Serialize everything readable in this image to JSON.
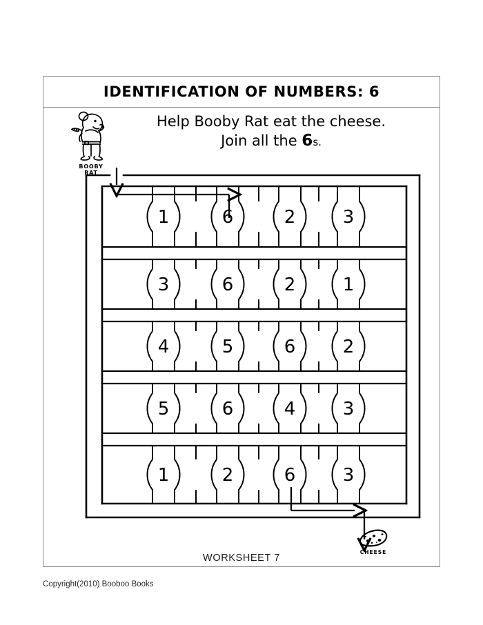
{
  "page": {
    "title": "IDENTIFICATION OF NUMBERS: 6",
    "worksheet_label": "WORKSHEET 7",
    "copyright": "Copyright(2010) Booboo Books"
  },
  "instruction": {
    "line1": "Help Booby Rat eat the cheese.",
    "line2_prefix": "Join all the ",
    "line2_target": "6",
    "line2_suffix": "s."
  },
  "mascot": {
    "icon": "rat-icon",
    "label": "BOOBY\nRAT"
  },
  "goal": {
    "icon": "cheese-icon",
    "label": "CHEESE"
  },
  "maze": {
    "target_number": "6",
    "rows": 5,
    "cols": 4,
    "grid": [
      [
        "1",
        "6",
        "2",
        "3"
      ],
      [
        "3",
        "6",
        "2",
        "1"
      ],
      [
        "4",
        "5",
        "6",
        "2"
      ],
      [
        "5",
        "6",
        "4",
        "3"
      ],
      [
        "1",
        "2",
        "6",
        "3"
      ]
    ],
    "entry": {
      "icon": "down-arrow-icon",
      "direction": "down",
      "label": "start"
    },
    "path_arrows": [
      {
        "icon": "right-arrow-icon",
        "direction": "right",
        "location": "top-corridor"
      },
      {
        "icon": "right-arrow-icon",
        "direction": "right",
        "location": "bottom-corridor"
      },
      {
        "icon": "down-arrow-icon",
        "direction": "down",
        "location": "exit-to-cheese"
      }
    ]
  },
  "colors": {
    "ink": "#000000",
    "frame": "#8a8a8a",
    "paper": "#ffffff"
  }
}
